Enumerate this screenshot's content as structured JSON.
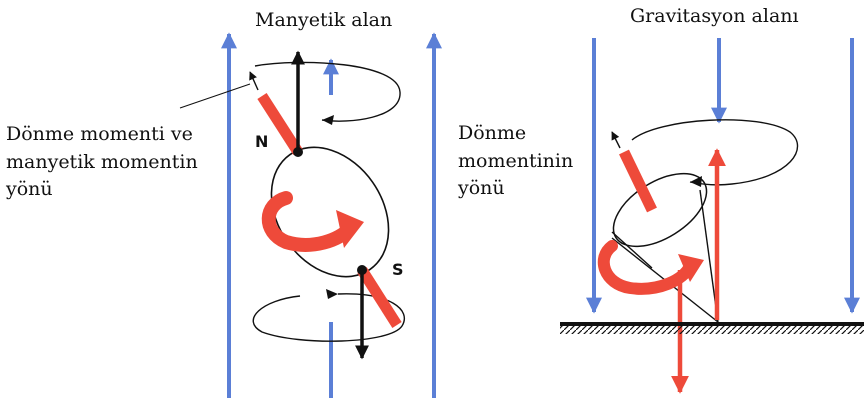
{
  "left_panel": {
    "title": "Manyetik alan",
    "label_lines": [
      "Dönme momenti ve",
      "manyetik momentin",
      "yönü"
    ],
    "north_pole": "N",
    "south_pole": "S"
  },
  "right_panel": {
    "title": "Gravitasyon alanı",
    "label_lines": [
      "Dönme",
      "momentinin",
      "yönü"
    ]
  },
  "colors": {
    "field_lines": "#5b7fd6",
    "spin_arrow": "#ee4a3a",
    "outline": "#111111"
  }
}
